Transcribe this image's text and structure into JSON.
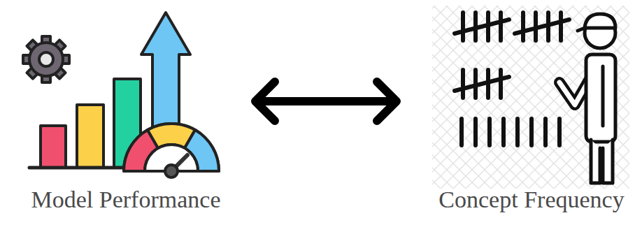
{
  "diagram": {
    "nodes": [
      {
        "text": [
          "Model Performance"
        ]
      },
      {
        "text": [
          "Concept Frequency"
        ]
      }
    ],
    "edges": [
      {
        "from": 0,
        "to": 1,
        "arrow": "both"
      }
    ]
  }
}
